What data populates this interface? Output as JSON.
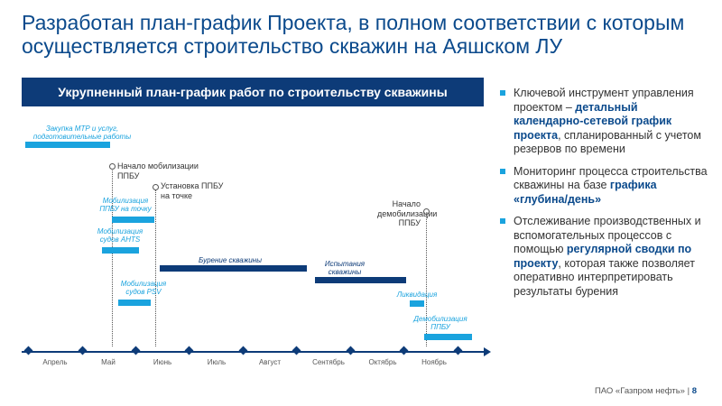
{
  "slide": {
    "title": "Разработан план-график Проекта, в полном соответствии с которым осуществляется строительство скважин на Аяшском ЛУ",
    "banner": "Укрупненный план-график работ по строительству скважины"
  },
  "gantt": {
    "tasks": {
      "procurement": "Закупка МТР и услуг, подготовительные работы",
      "mobilization_ppbu": "Мобилизация ППБУ на точку",
      "mobilization_ahts": "Мобилизация судов AHTS",
      "mobilization_psv": "Мобилизация судов PSV",
      "drilling": "Бурение скважины",
      "testing": "Испытания скважины",
      "liquidation": "Ликвидация",
      "demobilization_ppbu": "Демобилизация ППБУ"
    },
    "milestones": {
      "start_mobilization": "Начало мобилизации ППБУ",
      "install_ppbu": "Установка ППБУ на точке",
      "start_demobilization": "Начало демобилизации ППБУ"
    },
    "months": [
      "Апрель",
      "Май",
      "Июнь",
      "Июль",
      "Август",
      "Сентябрь",
      "Октябрь",
      "Ноябрь"
    ]
  },
  "bullets": {
    "b1_pre": "Ключевой инструмент управления проектом – ",
    "b1_hl": "детальный календарно-сетевой график проекта",
    "b1_post": ", спланированный с учетом резервов по времени",
    "b2_pre": "Мониторинг процесса строительства скважины на базе ",
    "b2_hl": "графика «глубина/день»",
    "b3_pre": "Отслеживание производственных и вспомогательных процессов с помощью ",
    "b3_hl": "регулярной сводки по проекту",
    "b3_post": ", которая также позволяет оперативно интерпретировать результаты бурения"
  },
  "footer": {
    "company": "ПАО «Газпром нефть»",
    "separator": "|",
    "page": "8"
  },
  "colors": {
    "dark_blue": "#0d3b78",
    "light_blue": "#1aa3de",
    "title_blue": "#0b4a8c"
  }
}
